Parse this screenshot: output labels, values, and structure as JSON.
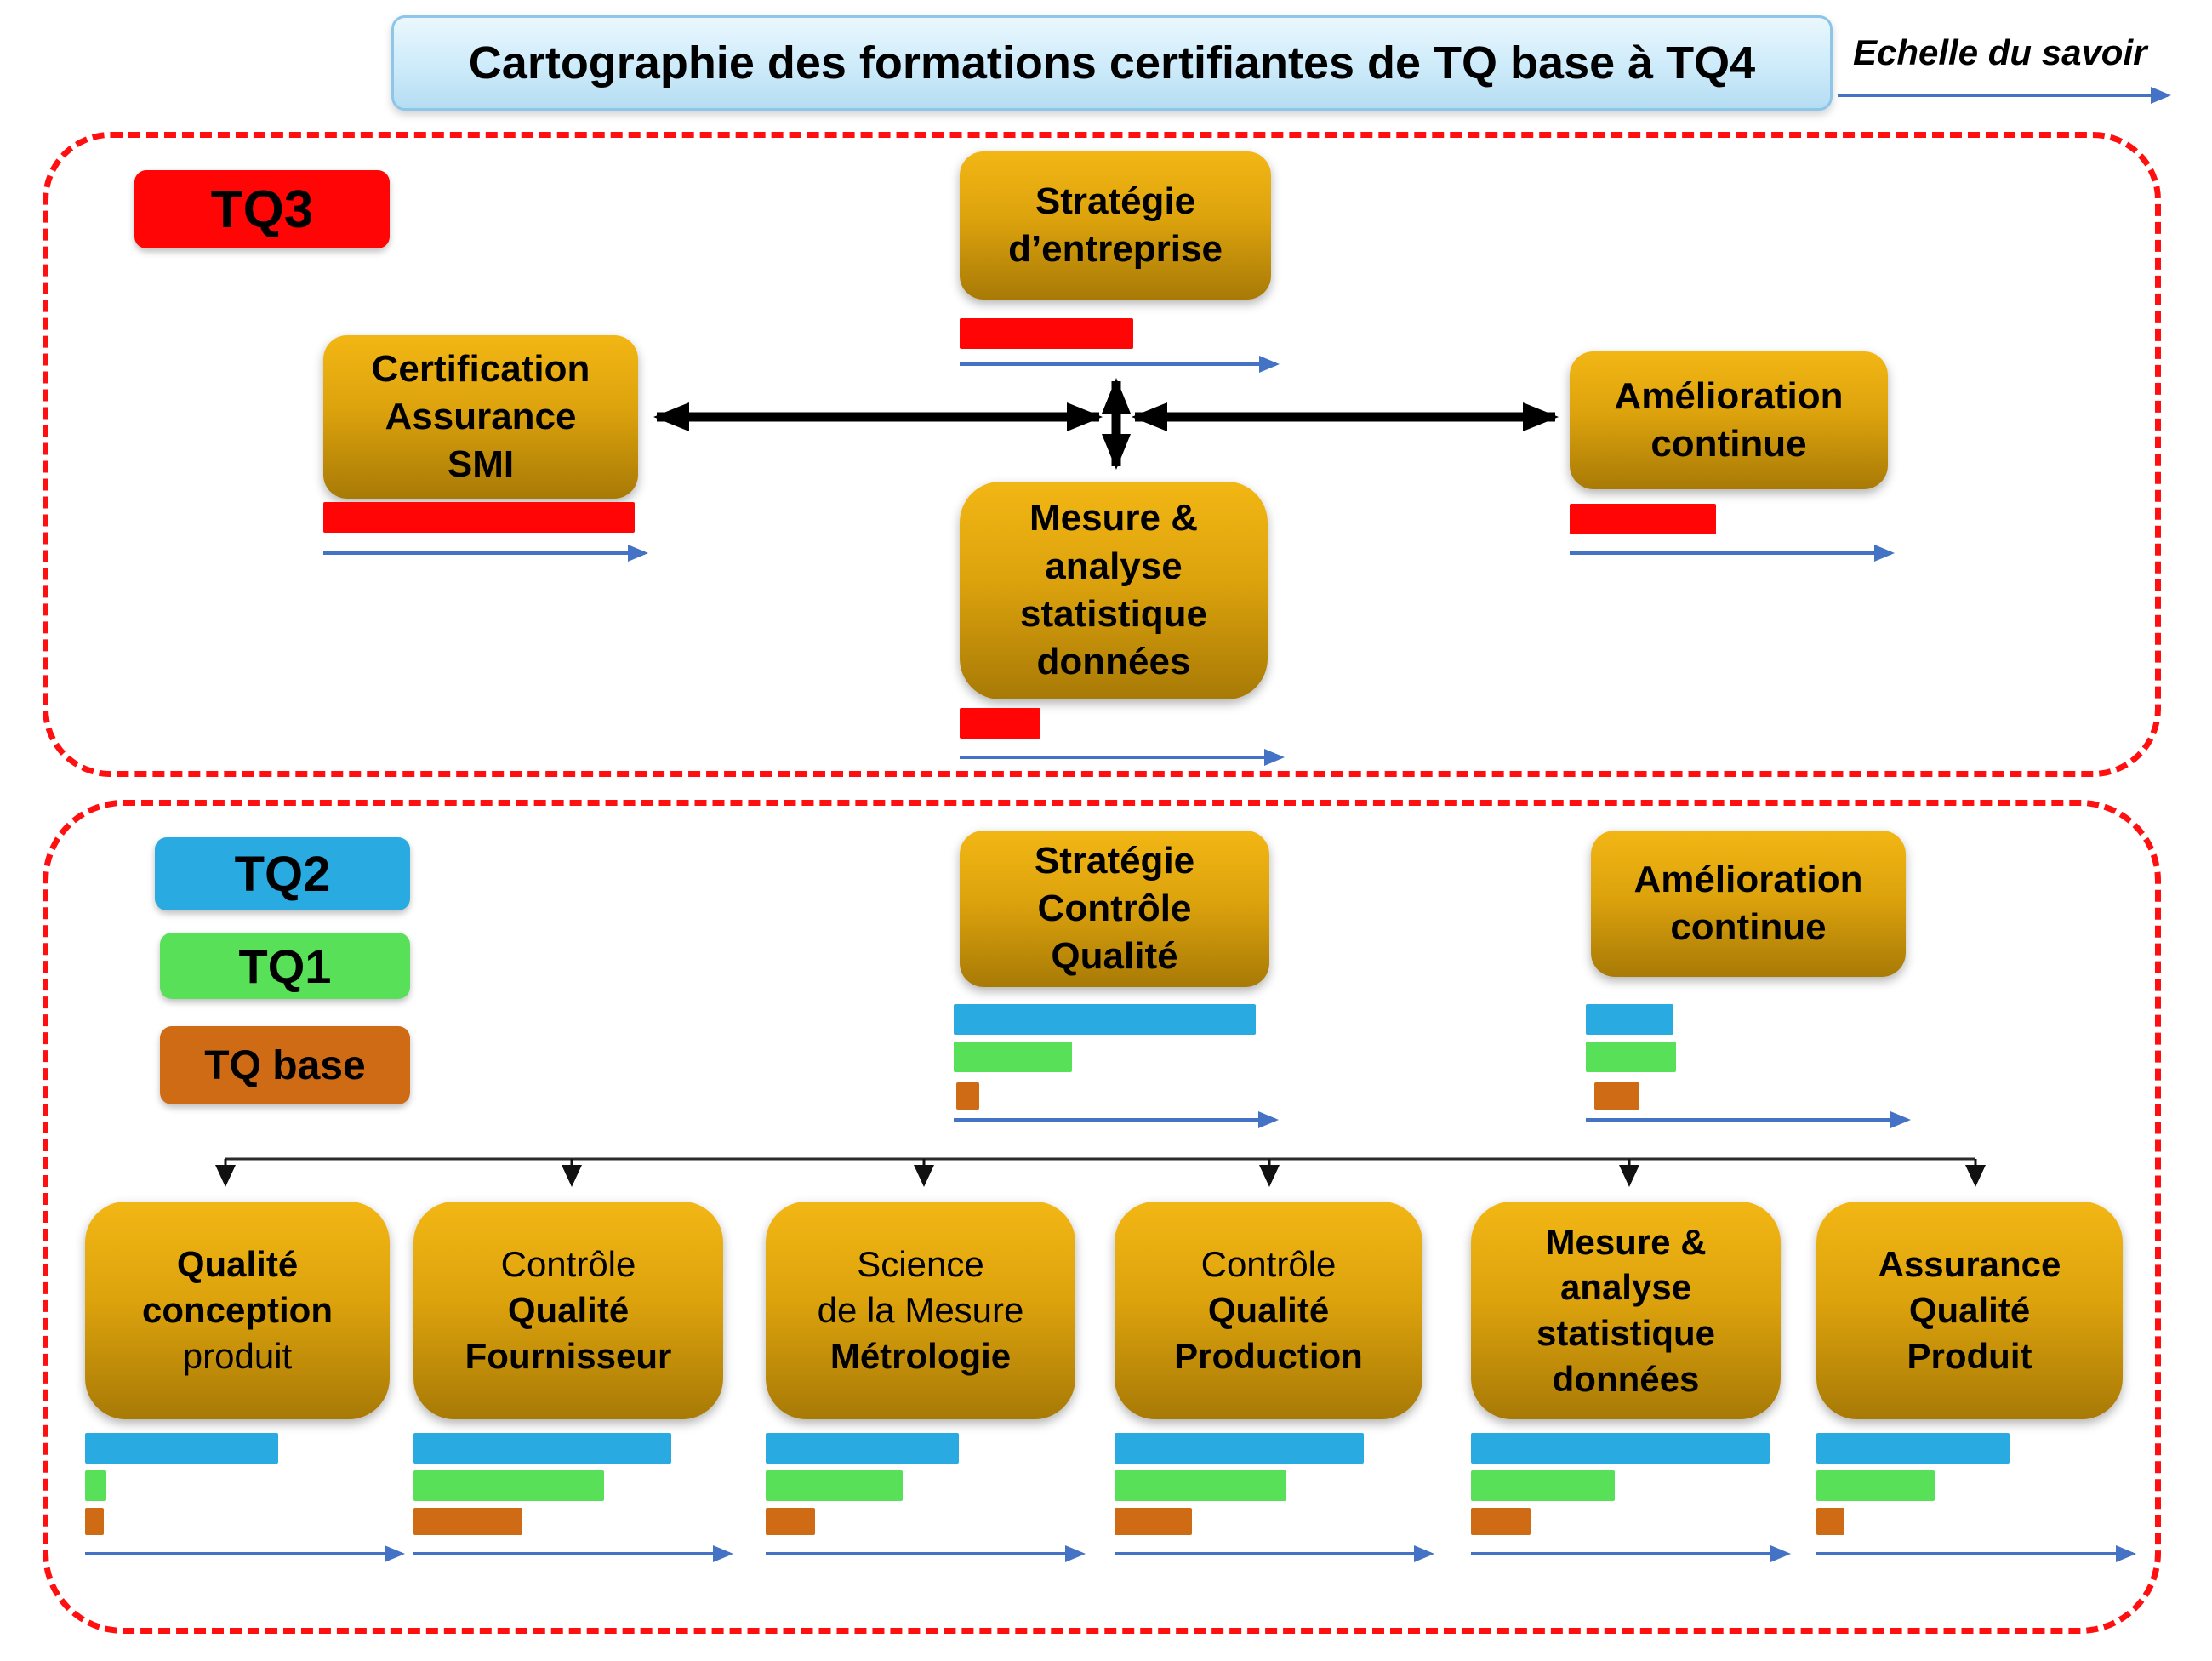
{
  "header": {
    "title": "Cartographie des formations certifiantes de TQ base à TQ4",
    "scale_label": "Echelle du savoir"
  },
  "colors": {
    "red": "#ff0505",
    "tq2_blue": "#29abe2",
    "tq1_green": "#58e158",
    "tq_base_orange": "#cf6a15",
    "arrow_blue": "#4472c4",
    "gold_top": "#f2b614",
    "gold_bottom": "#a87a06",
    "dashed_border": "#ff0f0f",
    "title_bg": "#cdebfa",
    "title_border": "#8dc6e8"
  },
  "legend": {
    "tq3": "TQ3",
    "tq2": "TQ2",
    "tq1": "TQ1",
    "tq_base": "TQ base"
  },
  "tq3": {
    "nodes": {
      "strategie": {
        "lines": [
          {
            "text": "Stratégie",
            "bold": true
          },
          {
            "text": "d’entreprise",
            "bold": true
          }
        ],
        "bar": 204
      },
      "certification": {
        "lines": [
          {
            "text": "Certification",
            "bold": true
          },
          {
            "text": "Assurance",
            "bold": true
          },
          {
            "text": "SMI",
            "bold": true
          }
        ],
        "bar": 366
      },
      "amelioration": {
        "lines": [
          {
            "text": "Amélioration",
            "bold": true
          },
          {
            "text": "continue",
            "bold": true
          }
        ],
        "bar": 172
      },
      "mesure": {
        "lines": [
          {
            "text": "Mesure &",
            "bold": true
          },
          {
            "text": "analyse",
            "bold": true
          },
          {
            "text": "statistique",
            "bold": true
          },
          {
            "text": "données",
            "bold": true
          }
        ],
        "bar": 95
      }
    }
  },
  "tq2": {
    "nodes": {
      "strategie_controle_qualite": {
        "lines": [
          {
            "text": "Stratégie",
            "bold": true
          },
          {
            "text": "Contrôle",
            "bold": true
          },
          {
            "text": "Qualité",
            "bold": true
          }
        ],
        "bars": {
          "tq2": 355,
          "tq1": 139,
          "tq_base": 27
        }
      },
      "amelioration": {
        "lines": [
          {
            "text": "Amélioration",
            "bold": true
          },
          {
            "text": "continue",
            "bold": true
          }
        ],
        "bars": {
          "tq2": 103,
          "tq1": 106,
          "tq_base": 53
        }
      }
    },
    "modules": [
      {
        "lines": [
          {
            "text": "Qualité",
            "bold": true
          },
          {
            "text": "conception",
            "bold": true
          },
          {
            "text": "produit",
            "bold": false
          }
        ],
        "bars": {
          "tq2": 227,
          "tq1": 25,
          "tq_base": 22
        }
      },
      {
        "lines": [
          {
            "text": "Contrôle",
            "bold": false
          },
          {
            "text": "Qualité",
            "bold": true
          },
          {
            "text": "Fournisseur",
            "bold": true
          }
        ],
        "bars": {
          "tq2": 303,
          "tq1": 224,
          "tq_base": 128
        }
      },
      {
        "lines": [
          {
            "text": "Science",
            "bold": false
          },
          {
            "text": "de la Mesure",
            "bold": false
          },
          {
            "text": "Métrologie",
            "bold": true
          }
        ],
        "bars": {
          "tq2": 227,
          "tq1": 161,
          "tq_base": 58
        }
      },
      {
        "lines": [
          {
            "text": "Contrôle",
            "bold": false
          },
          {
            "text": "Qualité",
            "bold": true
          },
          {
            "text": "Production",
            "bold": true
          }
        ],
        "bars": {
          "tq2": 293,
          "tq1": 202,
          "tq_base": 91
        }
      },
      {
        "lines": [
          {
            "text": "Mesure &",
            "bold": true
          },
          {
            "text": "analyse",
            "bold": true
          },
          {
            "text": "statistique",
            "bold": true
          },
          {
            "text": "données",
            "bold": true
          }
        ],
        "bars": {
          "tq2": 351,
          "tq1": 169,
          "tq_base": 70
        }
      },
      {
        "lines": [
          {
            "text": "Assurance",
            "bold": true
          },
          {
            "text": "Qualité",
            "bold": true
          },
          {
            "text": "Produit",
            "bold": true
          }
        ],
        "bars": {
          "tq2": 227,
          "tq1": 139,
          "tq_base": 33
        }
      }
    ]
  }
}
